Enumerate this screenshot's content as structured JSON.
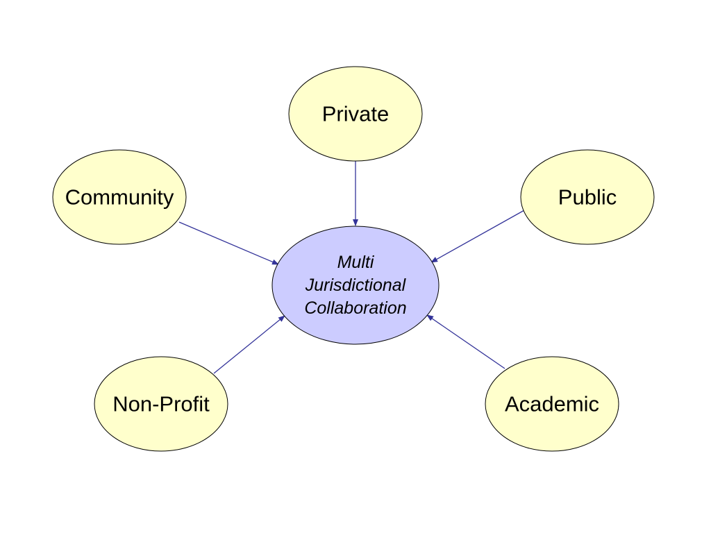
{
  "diagram": {
    "center": {
      "lines": [
        "Multi",
        "Jurisdictional",
        "Collaboration"
      ],
      "fill": "#ccccff"
    },
    "nodes": [
      {
        "id": "private",
        "label": "Private"
      },
      {
        "id": "community",
        "label": "Community"
      },
      {
        "id": "public",
        "label": "Public"
      },
      {
        "id": "non-profit",
        "label": "Non-Profit"
      },
      {
        "id": "academic",
        "label": "Academic"
      }
    ],
    "node_fill": "#ffffcc",
    "arrow_color": "#333399",
    "edges": [
      {
        "from": "private",
        "to": "center"
      },
      {
        "from": "community",
        "to": "center"
      },
      {
        "from": "public",
        "to": "center"
      },
      {
        "from": "non-profit",
        "to": "center"
      },
      {
        "from": "academic",
        "to": "center"
      }
    ]
  }
}
